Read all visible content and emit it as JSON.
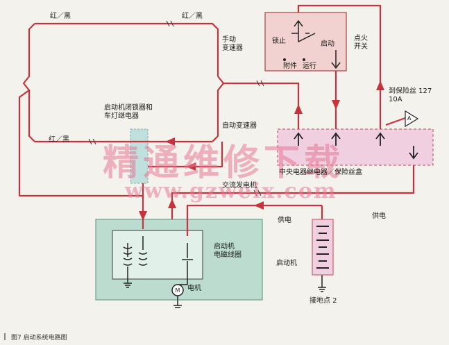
{
  "colors": {
    "wire": "#c8323c",
    "ignition_fill": "#f2d2d0",
    "fuse_box_fill": "#f0cfe0",
    "fuse_box_border": "#c8646e",
    "starter_fill": "#bcdcd0",
    "starter_inner_fill": "#e2f0ea",
    "relay_fill": "#bfe0dc",
    "watermark": "#e8789a"
  },
  "labels": {
    "red_black_left": "红／黑",
    "red_black_right": "红／黑",
    "manual_trans": "手动\n变速器",
    "lock": "锁止",
    "start": "启动",
    "accessory": "附件",
    "run": "运行",
    "ignition_switch": "点火\n开关",
    "to_fuse": "到保险丝 127\n10A",
    "fuse_symbol": "A",
    "starter_relay": "启动机闭锁器和\n车灯继电器",
    "auto_trans": "自动变速器",
    "red_black_mid": "红／黑",
    "central_box": "中央电器继电器／保险丝盒",
    "ac_generator": "交流发电机",
    "power_left": "供电",
    "power_right": "供电",
    "starter_solenoid": "启动机\n电磁线圈",
    "starter": "启动机",
    "motor": "电机",
    "ground": "接地点 2"
  },
  "watermark": {
    "cn": "精通维修下载",
    "url": "www.gzweix.com"
  },
  "caption": "图7  启动系统电路图"
}
